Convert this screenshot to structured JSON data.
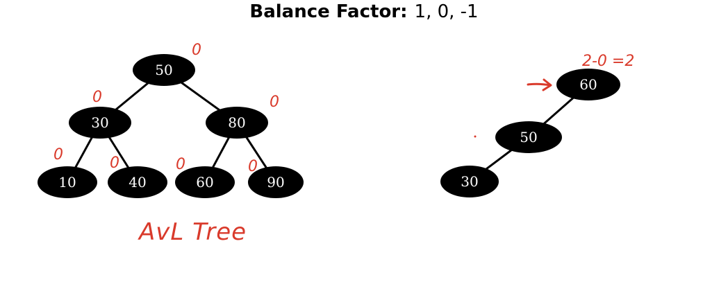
{
  "title": {
    "label": "Balance Factor:",
    "values": "1, 0, -1"
  },
  "left_tree": {
    "nodes": [
      {
        "id": "n50",
        "value": "50",
        "balance": "0"
      },
      {
        "id": "n30",
        "value": "30",
        "balance": "0"
      },
      {
        "id": "n80",
        "value": "80",
        "balance": "0"
      },
      {
        "id": "n10",
        "value": "10",
        "balance": "0"
      },
      {
        "id": "n40",
        "value": "40",
        "balance": "0"
      },
      {
        "id": "n60",
        "value": "60",
        "balance": "0"
      },
      {
        "id": "n90",
        "value": "90",
        "balance": "0"
      }
    ],
    "annotation": "AvL Tree"
  },
  "right_tree": {
    "nodes": [
      {
        "id": "r60",
        "value": "60"
      },
      {
        "id": "r50",
        "value": "50"
      },
      {
        "id": "r30",
        "value": "30"
      }
    ],
    "calc_annotation": "2-0 =2"
  },
  "colors": {
    "node_fill": "#000000",
    "node_text": "#ffffff",
    "annotation": "#d93a2b"
  }
}
